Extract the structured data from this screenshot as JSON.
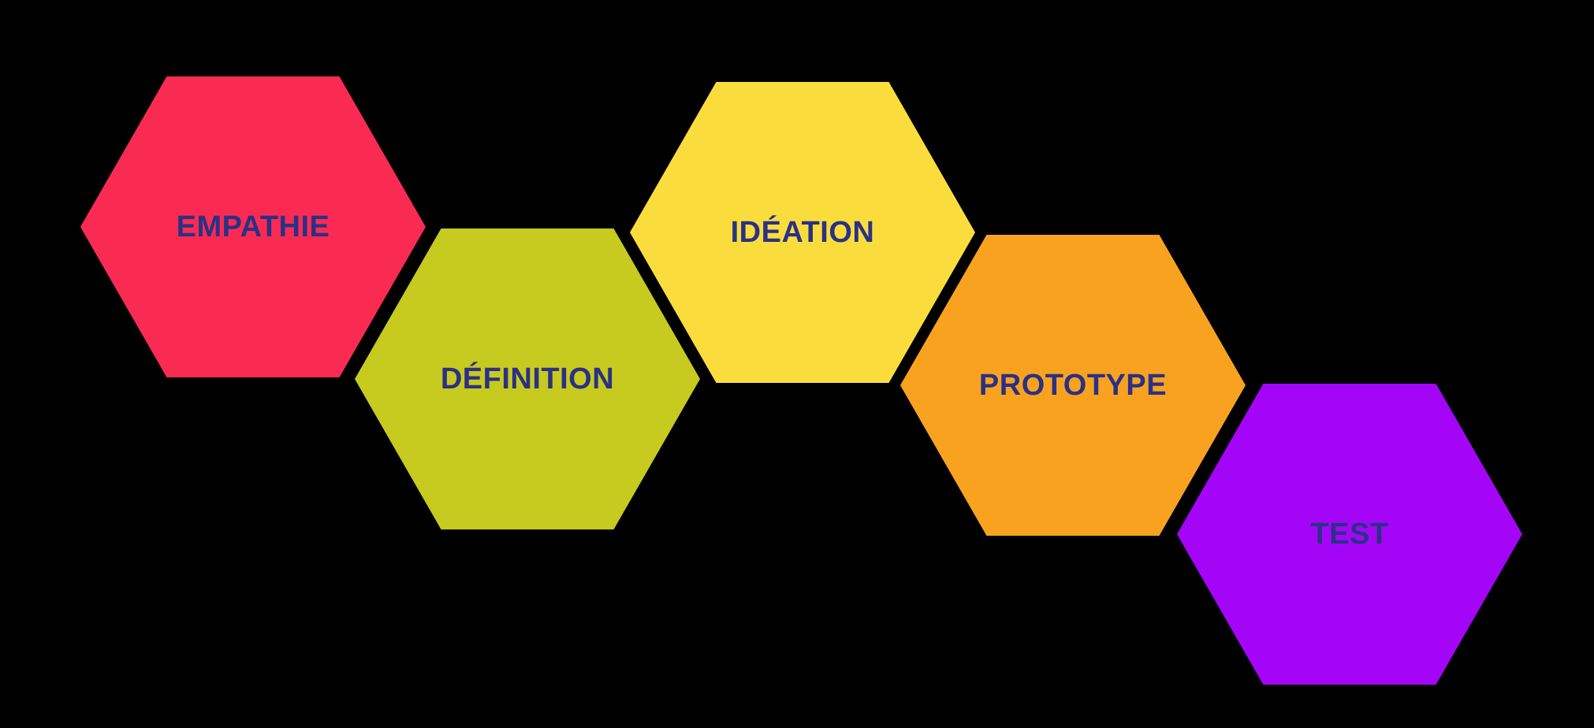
{
  "diagram": {
    "background_color": "#000000",
    "label_color": "#2A3185",
    "steps": [
      {
        "label": "EMPATHIE",
        "color": "#F92B52"
      },
      {
        "label": "DÉFINITION",
        "color": "#C7CA1F"
      },
      {
        "label": "IDÉATION",
        "color": "#FADD3C"
      },
      {
        "label": "PROTOTYPE",
        "color": "#F9A220"
      },
      {
        "label": "TEST",
        "color": "#A405F7"
      }
    ]
  }
}
